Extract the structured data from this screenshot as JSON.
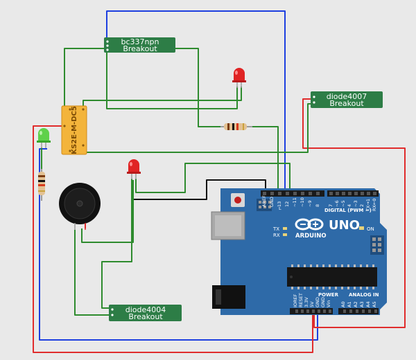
{
  "breakouts": {
    "bc337": {
      "name": "bc337npn",
      "sub": "Breakout"
    },
    "d4007": {
      "name": "diode4007",
      "sub": "Breakout"
    },
    "d4004": {
      "name": "diode4004",
      "sub": "Breakout"
    }
  },
  "relay": {
    "label": "KS2E-M-DC5"
  },
  "arduino": {
    "model": "UNO",
    "brand": "ARDUINO",
    "on_label": "ON",
    "tx": "TX",
    "rx": "RX",
    "l_label": "L",
    "digital_label": "DIGITAL (PWM ~)",
    "power_label": "POWER",
    "analog_label": "ANALOG IN",
    "top_pins": [
      "AREF",
      "GND",
      "13",
      "12",
      "~11",
      "~10",
      "~9",
      "8"
    ],
    "top_pins2": [
      "7",
      "~6",
      "~5",
      "4",
      "~3",
      "2",
      "TX→1",
      "RX←0"
    ],
    "power_pins": [
      "IOREF",
      "RESET",
      "3.3V",
      "5V",
      "GND",
      "GND",
      "Vin"
    ],
    "analog_pins": [
      "A0",
      "A1",
      "A2",
      "A3",
      "A4",
      "A5"
    ]
  },
  "colors": {
    "background": "#e9e9e9",
    "wire_green": "#2e8b2e",
    "wire_blue": "#1d3fe0",
    "wire_red": "#e02c2c",
    "wire_black": "#111111",
    "breakout_fill": "#2d7d46",
    "arduino_fill": "#2e6aa8",
    "relay_fill": "#f3b43b"
  }
}
